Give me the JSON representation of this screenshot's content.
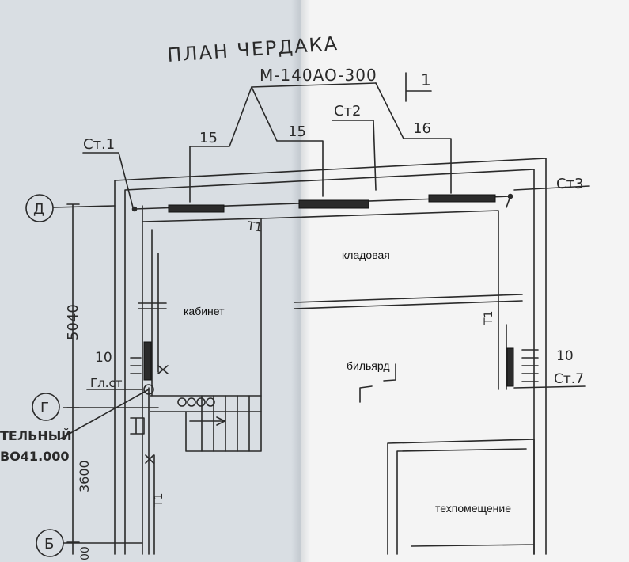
{
  "title": "ПЛАН ЧЕРДАКА",
  "model_label": "M-140AO-300",
  "section_marker": "1",
  "grid_axes": [
    "Д",
    "Г",
    "Б"
  ],
  "dimensions": [
    "5040",
    "3600",
    "00"
  ],
  "risers": [
    "Ст.1",
    "Ст2",
    "Ст3",
    "Ст.7",
    "Гл.ст"
  ],
  "radiator_counts": [
    "15",
    "15",
    "16",
    "10",
    "10"
  ],
  "pipe_labels": [
    "Т1",
    "Т1",
    "Т1"
  ],
  "left_note": [
    "ТЕЛЬНЫЙ",
    "ВО41.000"
  ],
  "rooms": {
    "storage": "кладовая",
    "office": "кабинет",
    "billiards": "бильярд",
    "tech": "техпомещение"
  },
  "colors": {
    "ink": "#2a2a2a",
    "paper_left": "#d9dee3",
    "paper_right": "#f4f4f4"
  }
}
